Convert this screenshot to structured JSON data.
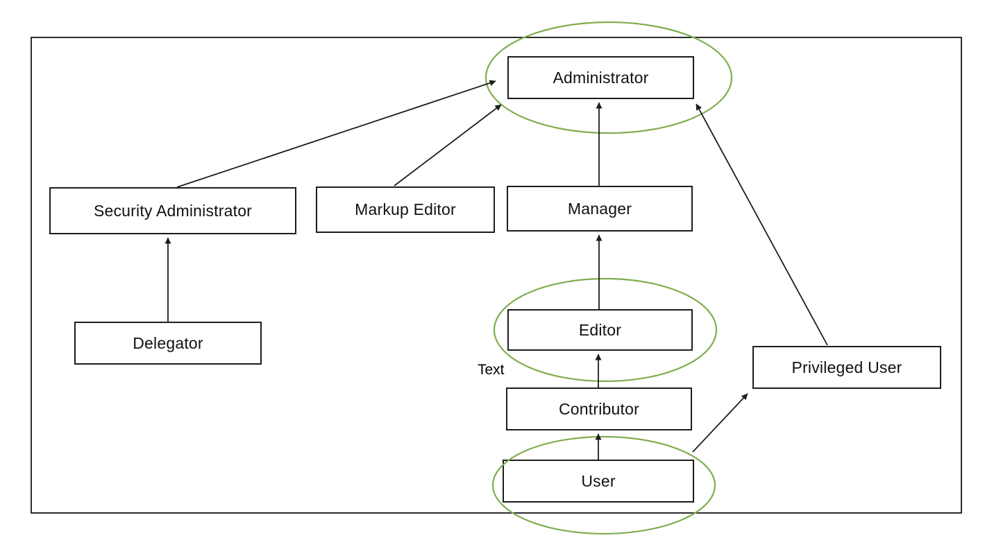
{
  "diagram": {
    "type": "role-hierarchy",
    "highlight_color": "#7fad4e",
    "line_color": "#1c1c1c",
    "nodes": {
      "administrator": {
        "label": "Administrator",
        "highlighted": true
      },
      "security_administrator": {
        "label": "Security Administrator",
        "highlighted": false
      },
      "markup_editor": {
        "label": "Markup Editor",
        "highlighted": false
      },
      "manager": {
        "label": "Manager",
        "highlighted": false
      },
      "delegator": {
        "label": "Delegator",
        "highlighted": false
      },
      "editor": {
        "label": "Editor",
        "highlighted": true
      },
      "contributor": {
        "label": "Contributor",
        "highlighted": false
      },
      "user": {
        "label": "User",
        "highlighted": true
      },
      "privileged_user": {
        "label": "Privileged User",
        "highlighted": false
      }
    },
    "edges": [
      {
        "from": "security_administrator",
        "to": "administrator"
      },
      {
        "from": "markup_editor",
        "to": "administrator"
      },
      {
        "from": "manager",
        "to": "administrator"
      },
      {
        "from": "privileged_user",
        "to": "administrator"
      },
      {
        "from": "delegator",
        "to": "security_administrator"
      },
      {
        "from": "editor",
        "to": "manager"
      },
      {
        "from": "contributor",
        "to": "editor"
      },
      {
        "from": "user",
        "to": "contributor"
      },
      {
        "from": "user",
        "to": "privileged_user"
      }
    ],
    "annotations": {
      "text_label": "Text"
    }
  }
}
